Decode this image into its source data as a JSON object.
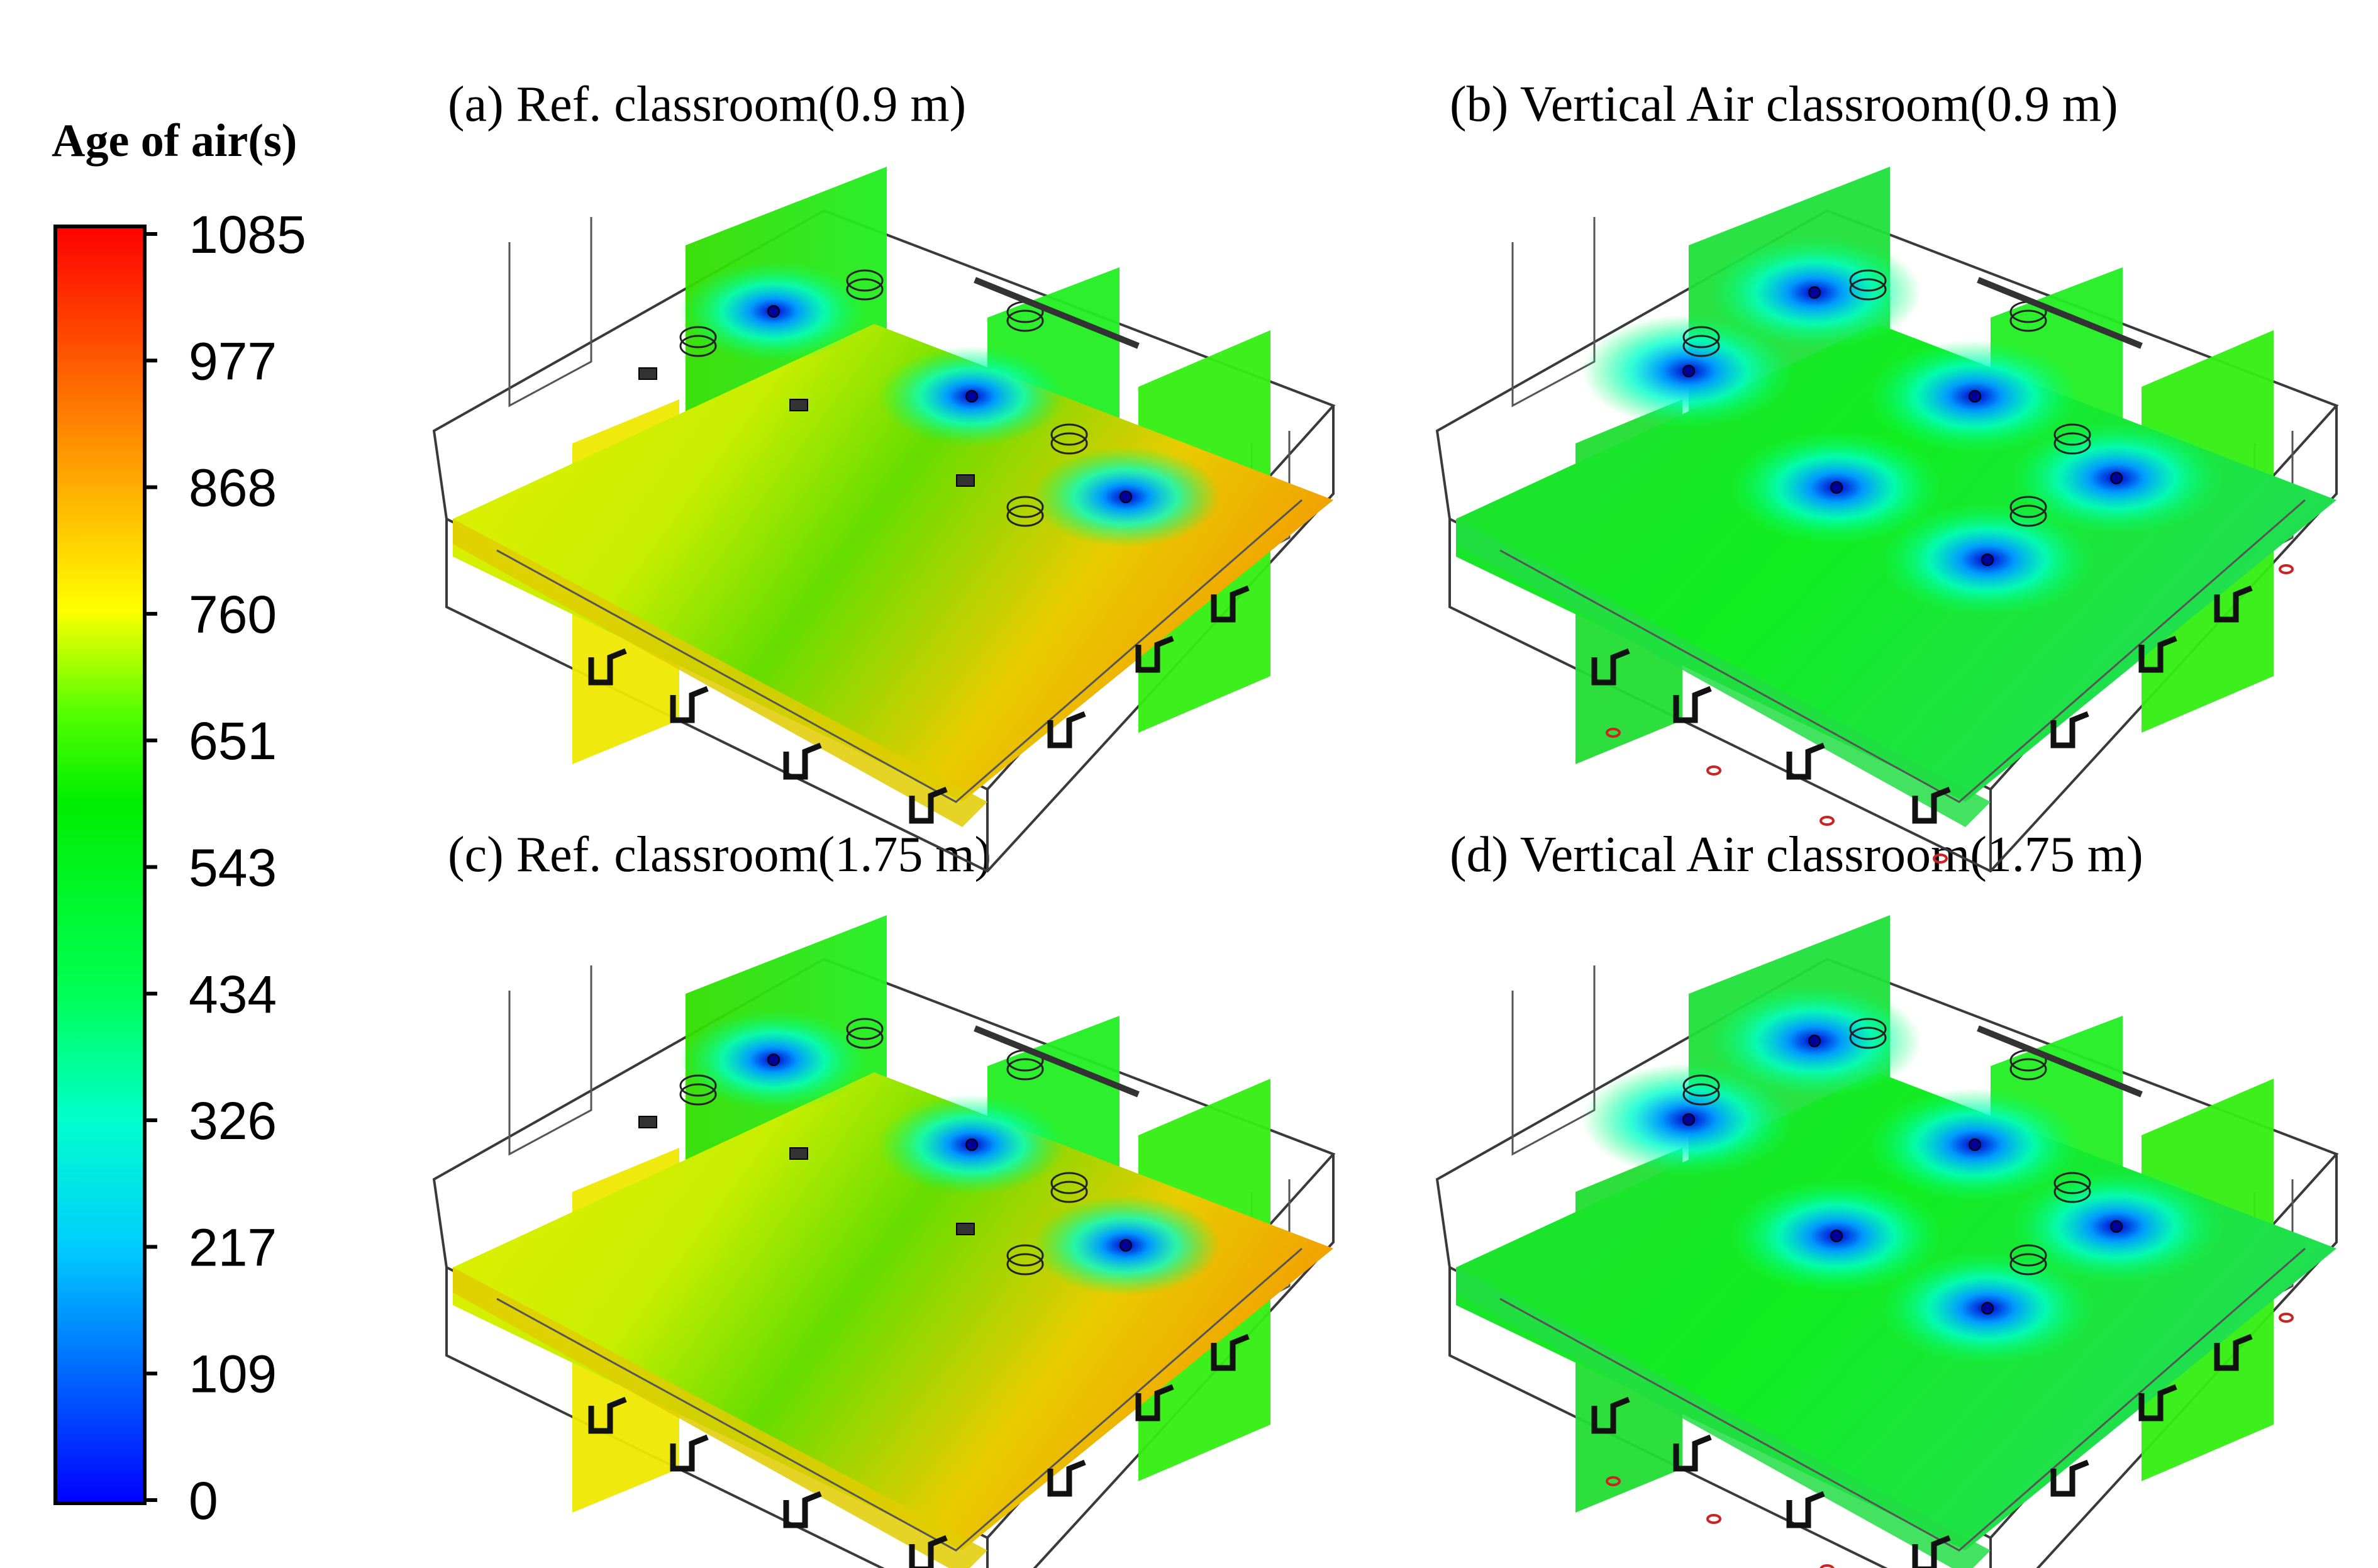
{
  "legend": {
    "title": "Age of air(s)",
    "ticks": [
      "1085",
      "977",
      "868",
      "760",
      "651",
      "543",
      "434",
      "326",
      "217",
      "109",
      "0"
    ],
    "colors": [
      "#0000ff",
      "#00a5ff",
      "#00ffff",
      "#00ff88",
      "#00ff00",
      "#33ff00",
      "#ffff00",
      "#ffa500",
      "#ff0000"
    ]
  },
  "panels": [
    {
      "id": "a",
      "title": "(a) Ref. classroom(0.9 m)",
      "type": "ref"
    },
    {
      "id": "b",
      "title": "(b) Vertical Air classroom(0.9 m)",
      "type": "vertical"
    },
    {
      "id": "c",
      "title": "(c) Ref. classroom(1.75 m)",
      "type": "ref"
    },
    {
      "id": "d",
      "title": "(d) Vertical Air classroom(1.75 m)",
      "type": "vertical"
    }
  ]
}
